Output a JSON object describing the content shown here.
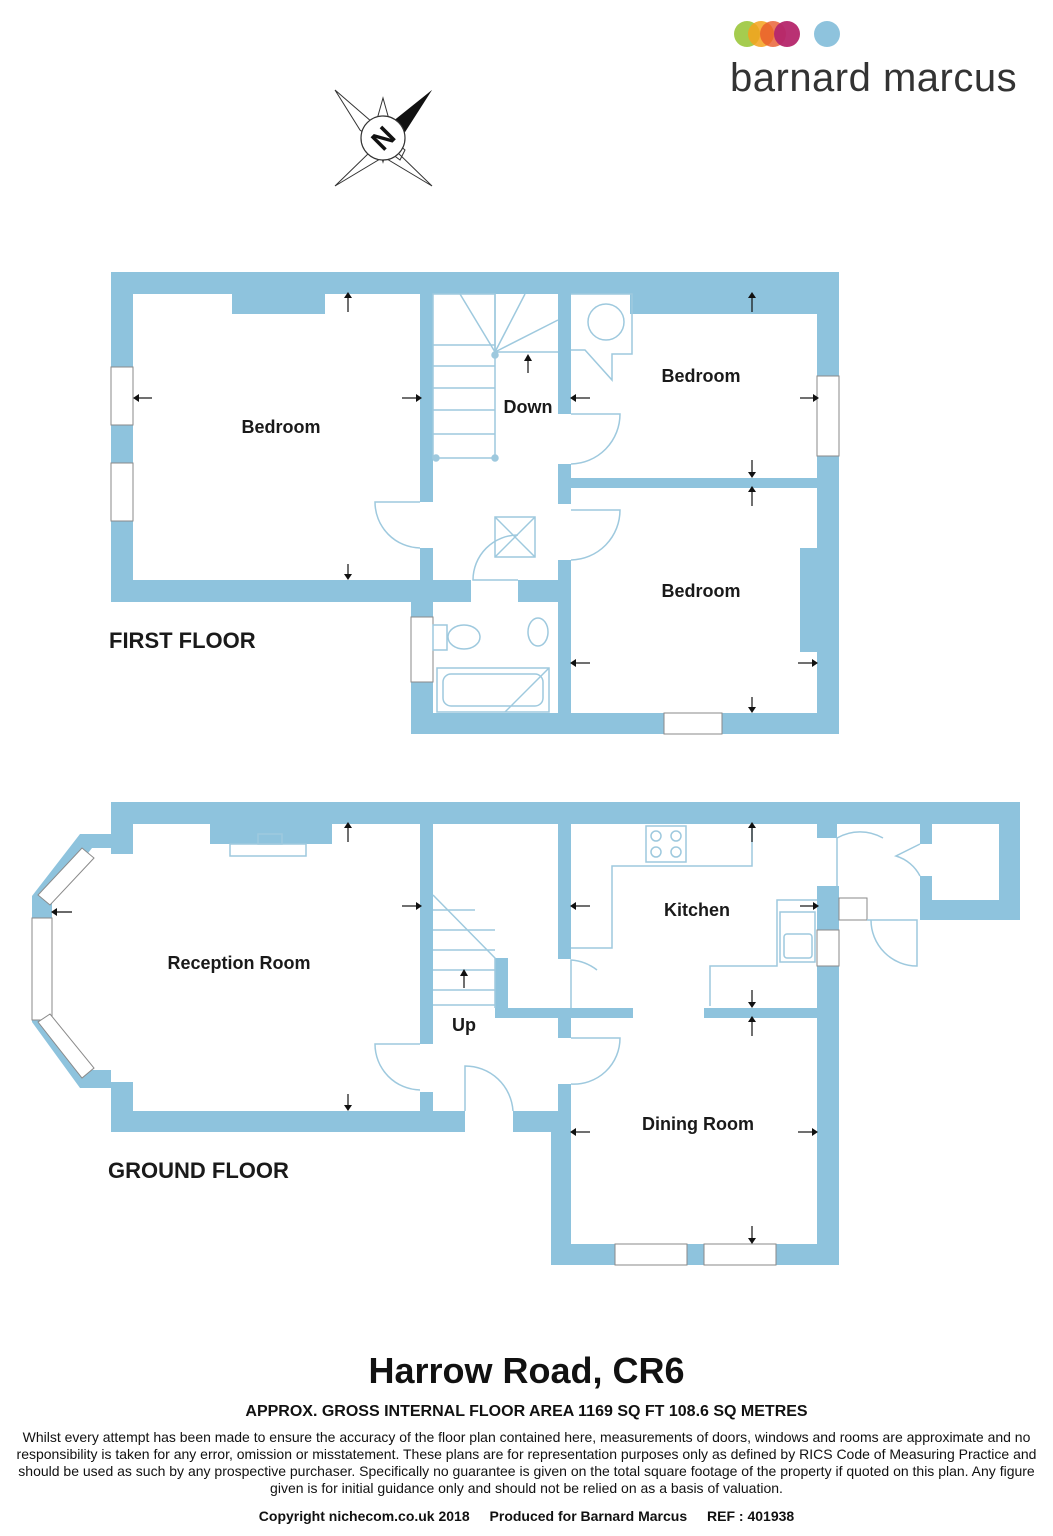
{
  "brand": {
    "name": "barnard marcus",
    "dot_colors": [
      "#9bc73c",
      "#f4a21c",
      "#e85a2a",
      "#b5266c",
      "#8ec3dd"
    ]
  },
  "compass": {
    "label": "N"
  },
  "first_floor": {
    "label": "FIRST FLOOR",
    "rooms": [
      "Bedroom",
      "Down",
      "Bedroom",
      "Bedroom"
    ]
  },
  "ground_floor": {
    "label": "GROUND FLOOR",
    "rooms": [
      "Reception Room",
      "Up",
      "Kitchen",
      "Dining Room"
    ]
  },
  "colors": {
    "wall": "#8ec3dd"
  },
  "title": "Harrow Road, CR6",
  "area": "APPROX. GROSS INTERNAL FLOOR AREA 1169 SQ FT 108.6 SQ METRES",
  "disclaimer": "Whilst every attempt has been made to ensure the accuracy of the floor plan contained here, measurements of doors, windows and rooms are approximate and no responsibility is taken for any error, omission or misstatement. These plans are for representation purposes only as defined by RICS Code of Measuring Practice and should be used as such by any prospective purchaser.  Specifically no guarantee is given on the total square footage of the property if quoted on this plan. Any figure given is for initial guidance only and should not be relied on as a basis of valuation.",
  "footer": {
    "copyright": "Copyright nichecom.co.uk 2018",
    "produced": "Produced for Barnard Marcus",
    "ref": "REF : 401938"
  }
}
